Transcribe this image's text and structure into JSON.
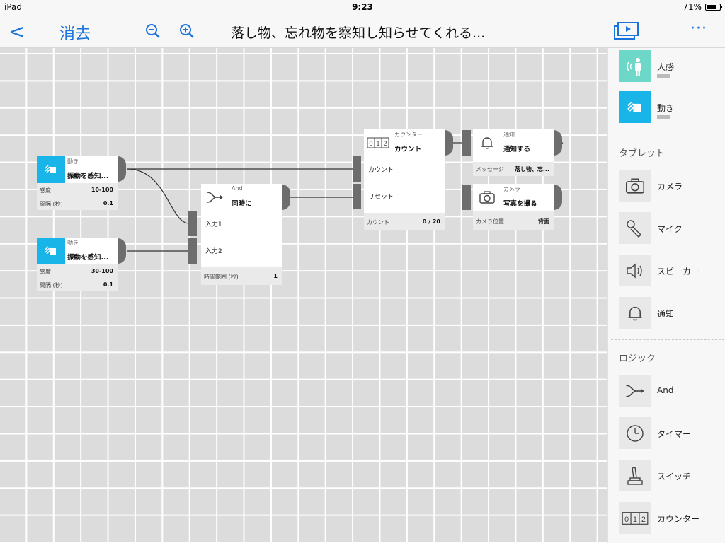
{
  "status": {
    "device": "iPad",
    "time": "9:23",
    "battery": "71%",
    "battery_level": 0.71
  },
  "nav": {
    "back_label": "<",
    "erase_label": "消去",
    "title": "落し物、忘れ物を察知し知らせてくれる...",
    "more_label": "···",
    "icons": [
      "back-chevron-icon",
      "zoom-out-icon",
      "zoom-in-icon",
      "present-icon",
      "more-icon"
    ]
  },
  "canvas": {
    "nodes": {
      "motion1": {
        "category": "動き",
        "name": "振動を感知...",
        "params": [
          {
            "label": "感度",
            "value": "10-100"
          },
          {
            "label": "間隔 (秒)",
            "value": "0.1"
          }
        ]
      },
      "motion2": {
        "category": "動き",
        "name": "振動を感知...",
        "params": [
          {
            "label": "感度",
            "value": "30-100"
          },
          {
            "label": "間隔 (秒)",
            "value": "0.1"
          }
        ]
      },
      "and": {
        "category": "And",
        "name": "同時に",
        "inputs": [
          "入力1",
          "入力2"
        ],
        "params": [
          {
            "label": "時間範囲 (秒)",
            "value": "1"
          }
        ]
      },
      "counter": {
        "category": "カウンター",
        "name": "カウント",
        "inputs": [
          "カウント",
          "リセット"
        ],
        "params": [
          {
            "label": "カウント",
            "value": "0 / 20"
          }
        ]
      },
      "notify": {
        "category": "通知",
        "name": "通知する",
        "params": [
          {
            "label": "メッセージ",
            "value": "落し物、忘..."
          }
        ]
      },
      "camera": {
        "category": "カメラ",
        "name": "写真を撮る",
        "params": [
          {
            "label": "カメラ位置",
            "value": "背面"
          }
        ]
      }
    }
  },
  "sidebar": {
    "sensors": [
      {
        "label": "人感",
        "icon": "motion-sensor-icon",
        "color": "#6dd8c8"
      },
      {
        "label": "動き",
        "icon": "motion-icon",
        "color": "#1ab5e8"
      }
    ],
    "tablet_section": "タブレット",
    "tablet": [
      {
        "label": "カメラ",
        "icon": "camera-icon"
      },
      {
        "label": "マイク",
        "icon": "microphone-icon"
      },
      {
        "label": "スピーカー",
        "icon": "speaker-icon"
      },
      {
        "label": "通知",
        "icon": "bell-icon"
      }
    ],
    "logic_section": "ロジック",
    "logic": [
      {
        "label": "And",
        "icon": "and-icon"
      },
      {
        "label": "タイマー",
        "icon": "timer-icon"
      },
      {
        "label": "スイッチ",
        "icon": "switch-icon"
      },
      {
        "label": "カウンター",
        "icon": "counter-icon"
      }
    ]
  },
  "colors": {
    "accent": "#1a73d9",
    "motion_blue": "#1ab5e8",
    "human_teal": "#6dd8c8",
    "port_gray": "#6d6d6d"
  }
}
